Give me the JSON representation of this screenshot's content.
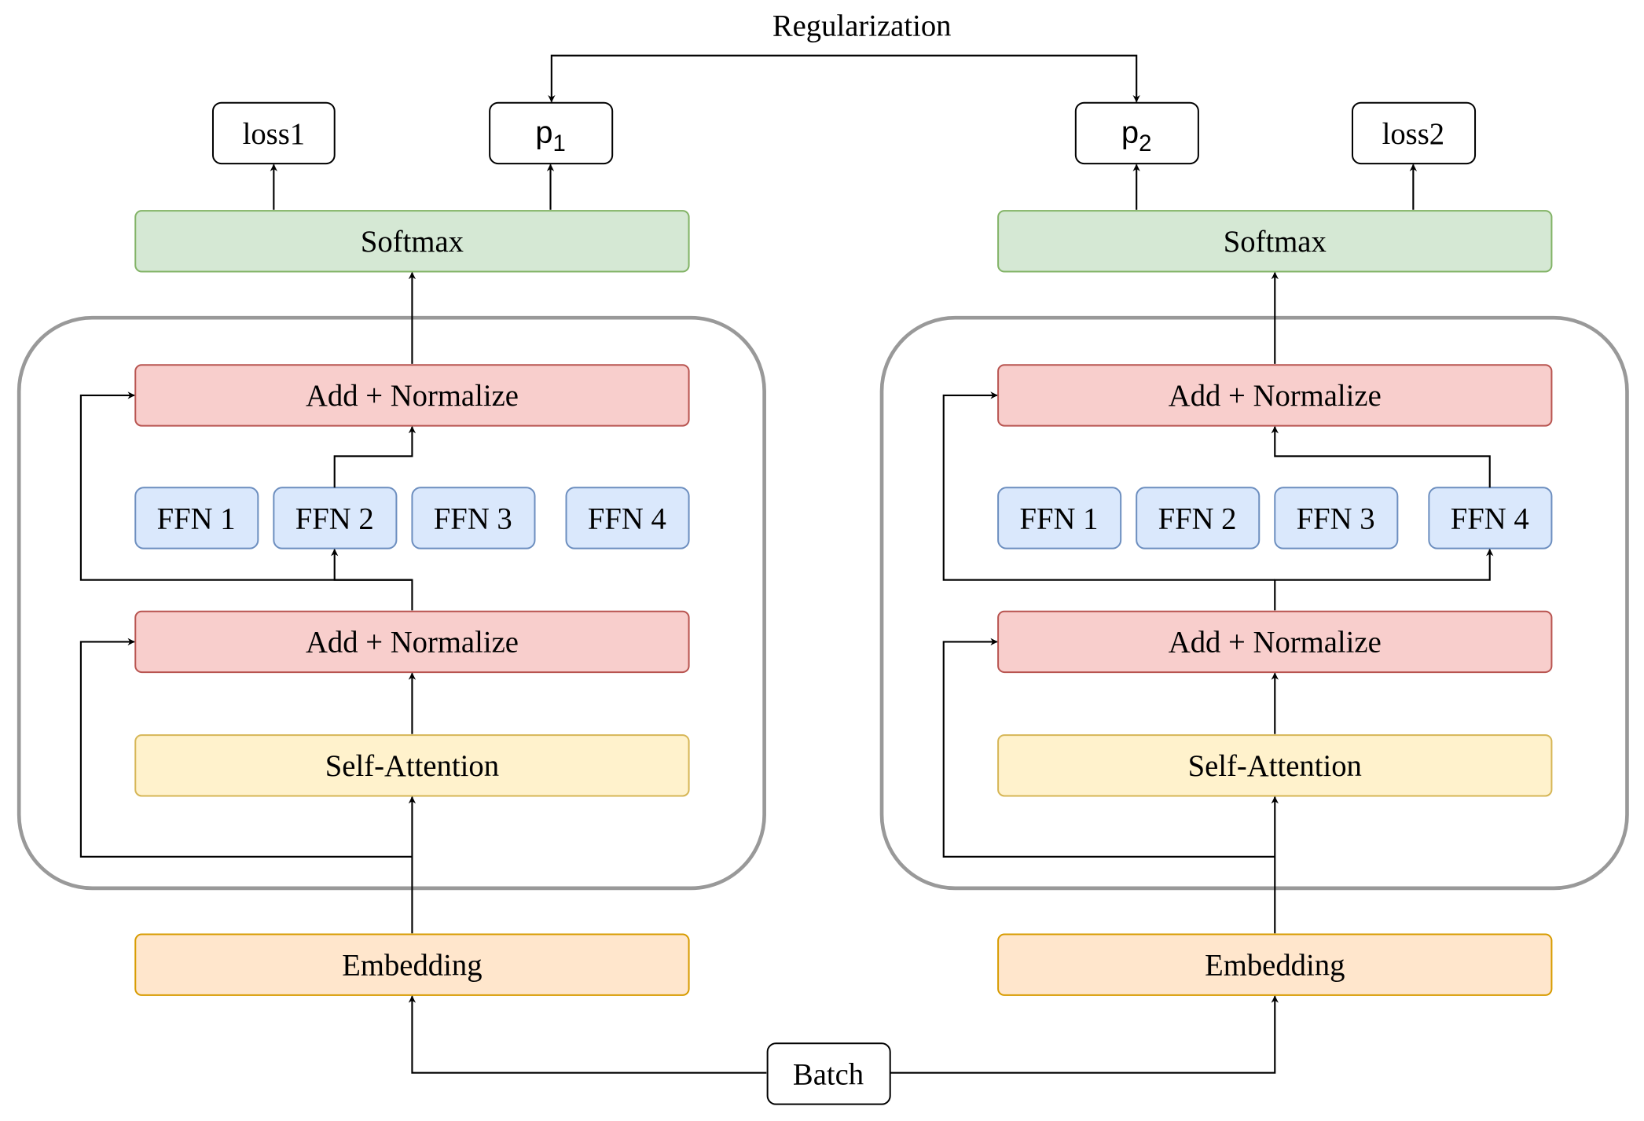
{
  "diagram": {
    "top_label": "Regularization",
    "input_label": "Batch",
    "colors": {
      "softmax_fill": "#d5e8d4",
      "softmax_stroke": "#82b366",
      "addnorm_fill": "#f8cecc",
      "addnorm_stroke": "#b85450",
      "ffn_fill": "#dae8fc",
      "ffn_stroke": "#6c8ebf",
      "attention_fill": "#fff2cc",
      "attention_stroke": "#d6b656",
      "embedding_fill": "#ffe6cc",
      "embedding_stroke": "#d79b00",
      "container_stroke": "#999999",
      "line": "#000000"
    },
    "branches": [
      {
        "loss_label": "loss1",
        "prob_base": "p",
        "prob_sub": "1",
        "softmax": "Softmax",
        "add_norm_top": "Add + Normalize",
        "ffns": [
          "FFN 1",
          "FFN 2",
          "FFN 3",
          "FFN 4"
        ],
        "active_ffn": "FFN 2",
        "add_norm_bottom": "Add + Normalize",
        "self_attention": "Self-Attention",
        "embedding": "Embedding"
      },
      {
        "loss_label": "loss2",
        "prob_base": "p",
        "prob_sub": "2",
        "softmax": "Softmax",
        "add_norm_top": "Add + Normalize",
        "ffns": [
          "FFN 1",
          "FFN 2",
          "FFN 3",
          "FFN 4"
        ],
        "active_ffn": "FFN 4",
        "add_norm_bottom": "Add + Normalize",
        "self_attention": "Self-Attention",
        "embedding": "Embedding"
      }
    ]
  }
}
